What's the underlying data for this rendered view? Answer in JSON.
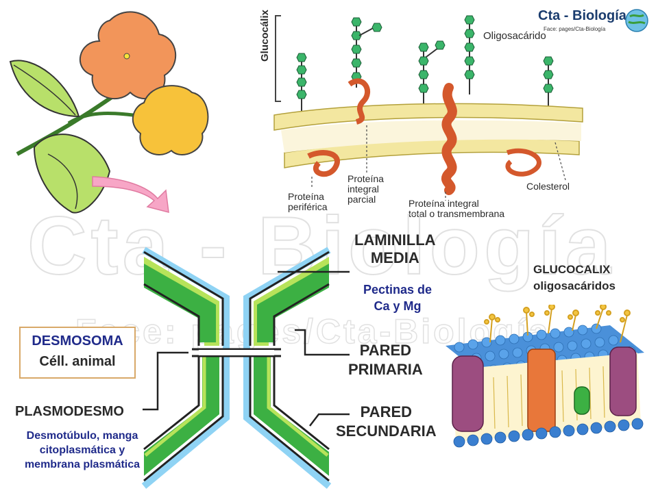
{
  "brand": {
    "title": "Cta - Biología",
    "subtitle": "Face: pages/Cta-Biología"
  },
  "watermark": {
    "main": "Cta - Biología",
    "face": "Face:   pages/Cta-Biología"
  },
  "membrane_top": {
    "side_label": "Glucocálix",
    "oligo": "Oligosacárido",
    "periferica": [
      "Proteína",
      "periférica"
    ],
    "integral_parcial": [
      "Proteína",
      "integral",
      "parcial"
    ],
    "integral_total": [
      "Proteína integral",
      "total o transmembrana"
    ],
    "colesterol": "Colesterol"
  },
  "wall": {
    "laminilla": [
      "LAMINILLA",
      "MEDIA"
    ],
    "pectinas": [
      "Pectinas de",
      "Ca y Mg"
    ],
    "pared_primaria": [
      "PARED",
      "PRIMARIA"
    ],
    "pared_secundaria": [
      "PARED",
      "SECUNDARIA"
    ],
    "plasmodesmo": "PLASMODESMO",
    "desmotubulo": [
      "Desmotúbulo, manga",
      "citoplasmática y",
      "membrana plasmática"
    ],
    "desmosoma": [
      "DESMOSOMA",
      "Céll. animal"
    ]
  },
  "glucocalix": [
    "GLUCOCALIX",
    "oligosacáridos"
  ],
  "colors": {
    "wall_green": "#3cb043",
    "lamella_blue": "#8fd3f4",
    "light_green": "#b7e35a",
    "flower_orange": "#f2955a",
    "flower_yellow": "#f7c23a"
  }
}
